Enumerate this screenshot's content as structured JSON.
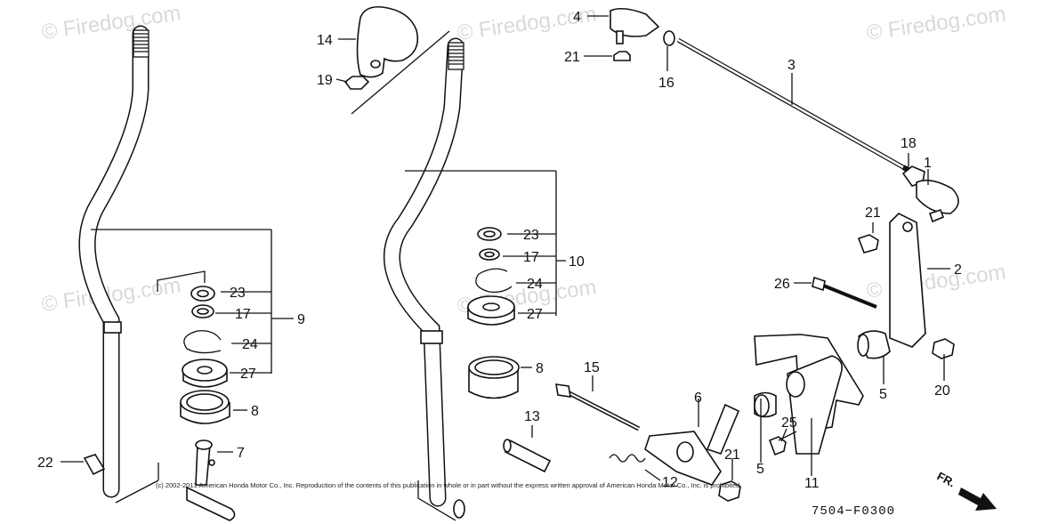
{
  "watermarks": [
    "© Firedog.com",
    "© Firedog.com",
    "© Firedog.com",
    "© Firedog.com",
    "© Firedog.com",
    "© Firedog.com"
  ],
  "copyright": "(c) 2002-2013 American Honda Motor Co., Inc. Reproduction of the contents of this publication in whole or in part without the express written approval of American Honda Motor Co., Inc. is prohibited.",
  "diagram_code": "7504−F0300",
  "direction_label": "FR.",
  "callouts": {
    "c1": "1",
    "c2": "2",
    "c3": "3",
    "c4": "4",
    "c5a": "5",
    "c5b": "5",
    "c6": "6",
    "c7": "7",
    "c8a": "8",
    "c8b": "8",
    "c9": "9",
    "c10": "10",
    "c11": "11",
    "c12": "12",
    "c13": "13",
    "c14": "14",
    "c15": "15",
    "c16": "16",
    "c17a": "17",
    "c17b": "17",
    "c18": "18",
    "c19": "19",
    "c20": "20",
    "c21a": "21",
    "c21b": "21",
    "c21c": "21",
    "c22": "22",
    "c23a": "23",
    "c23b": "23",
    "c24a": "24",
    "c24b": "24",
    "c25": "25",
    "c26": "26",
    "c27a": "27",
    "c27b": "27"
  }
}
